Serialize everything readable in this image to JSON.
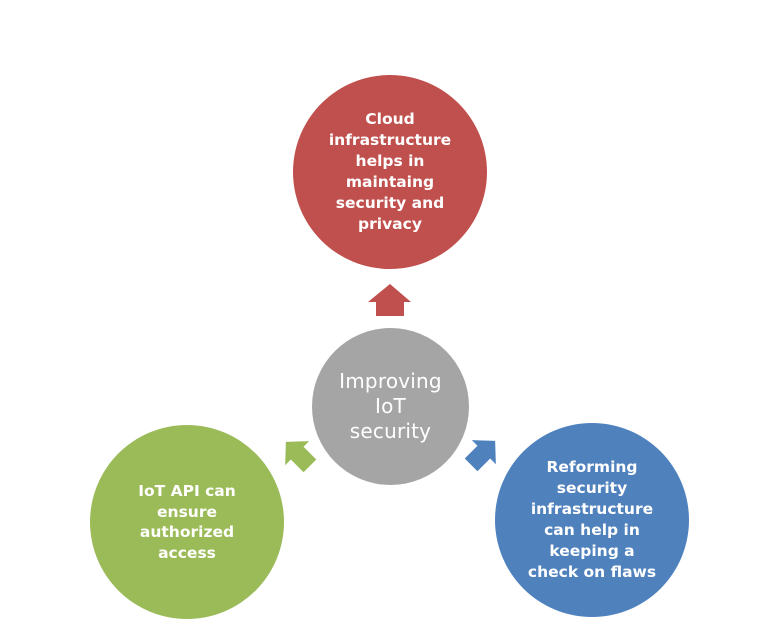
{
  "diagram": {
    "type": "radial-cycle",
    "center": {
      "text": "Improving IoT security",
      "color": "#a5a5a5"
    },
    "nodes": [
      {
        "id": "top",
        "text": "Cloud infrastructure helps in maintaing security and privacy",
        "color": "#c0504d",
        "arrow_direction": "up"
      },
      {
        "id": "left",
        "text": "IoT API can ensure authorized access",
        "color": "#9bbb59",
        "arrow_direction": "down-left"
      },
      {
        "id": "right",
        "text": "Reforming security infrastructure can help in keeping a check on flaws",
        "color": "#4f81bd",
        "arrow_direction": "down-right"
      }
    ]
  }
}
